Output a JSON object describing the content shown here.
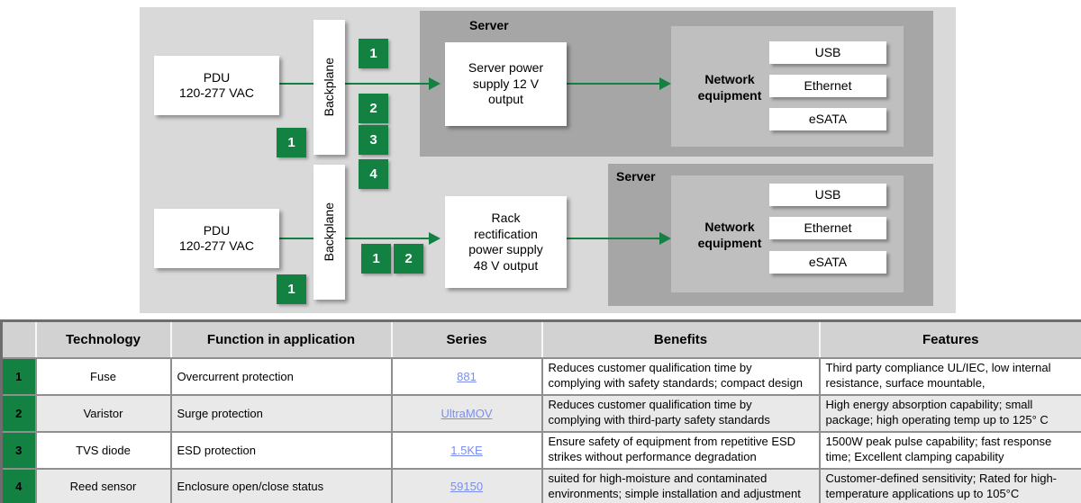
{
  "colors": {
    "accent_green": "#128142",
    "link_blue": "#7b8ef0",
    "panel_gray": "#d9d9d9",
    "server_gray": "#a6a6a6",
    "network_gray": "#bfbfbf",
    "header_gray": "#d2d2d2",
    "alt_row_gray": "#e9e9e9"
  },
  "diagram": {
    "top": {
      "server_label": "Server",
      "pdu_label": "PDU\n120-277 VAC",
      "backplane_label": "Backplane",
      "psu_label": "Server power\nsupply 12 V\noutput",
      "network_label": "Network\nequipment",
      "ports": [
        "USB",
        "Ethernet",
        "eSATA"
      ],
      "markers_column": [
        "1",
        "2",
        "3",
        "4"
      ],
      "marker_left": "1"
    },
    "bottom": {
      "server_label": "Server",
      "pdu_label": "PDU\n120-277 VAC",
      "backplane_label": "Backplane",
      "psu_label": "Rack\nrectification\npower supply\n48 V output",
      "network_label": "Network\nequipment",
      "ports": [
        "USB",
        "Ethernet",
        "eSATA"
      ],
      "markers_line": [
        "1",
        "2"
      ],
      "marker_left": "1"
    }
  },
  "table": {
    "headers": [
      "",
      "Technology",
      "Function in application",
      "Series",
      "Benefits",
      "Features"
    ],
    "rows": [
      {
        "num": "1",
        "technology": "Fuse",
        "function": "Overcurrent protection",
        "series": "881",
        "benefits": "Reduces customer qualification time by\ncomplying with safety standards; compact design",
        "features": "Third party compliance UL/IEC, low internal\nresistance, surface mountable,"
      },
      {
        "num": "2",
        "technology": "Varistor",
        "function": "Surge protection",
        "series": "UltraMOV",
        "benefits": "Reduces customer qualification time by\ncomplying with third-party safety standards",
        "features": "High energy absorption capability; small\npackage; high operating temp up to 125° C"
      },
      {
        "num": "3",
        "technology": "TVS diode",
        "function": "ESD protection",
        "series": "1.5KE",
        "benefits": "Ensure safety of equipment from repetitive ESD\nstrikes  without performance degradation",
        "features": "1500W peak pulse capability; fast response\ntime; Excellent clamping capability"
      },
      {
        "num": "4",
        "technology": "Reed sensor",
        "function": "Enclosure open/close status",
        "series": "59150",
        "benefits": "suited for high-moisture and contaminated\nenvironments; simple installation and adjustment",
        "features": "Customer-defined sensitivity; Rated for high-\ntemperature applications up to 105°C"
      }
    ]
  }
}
